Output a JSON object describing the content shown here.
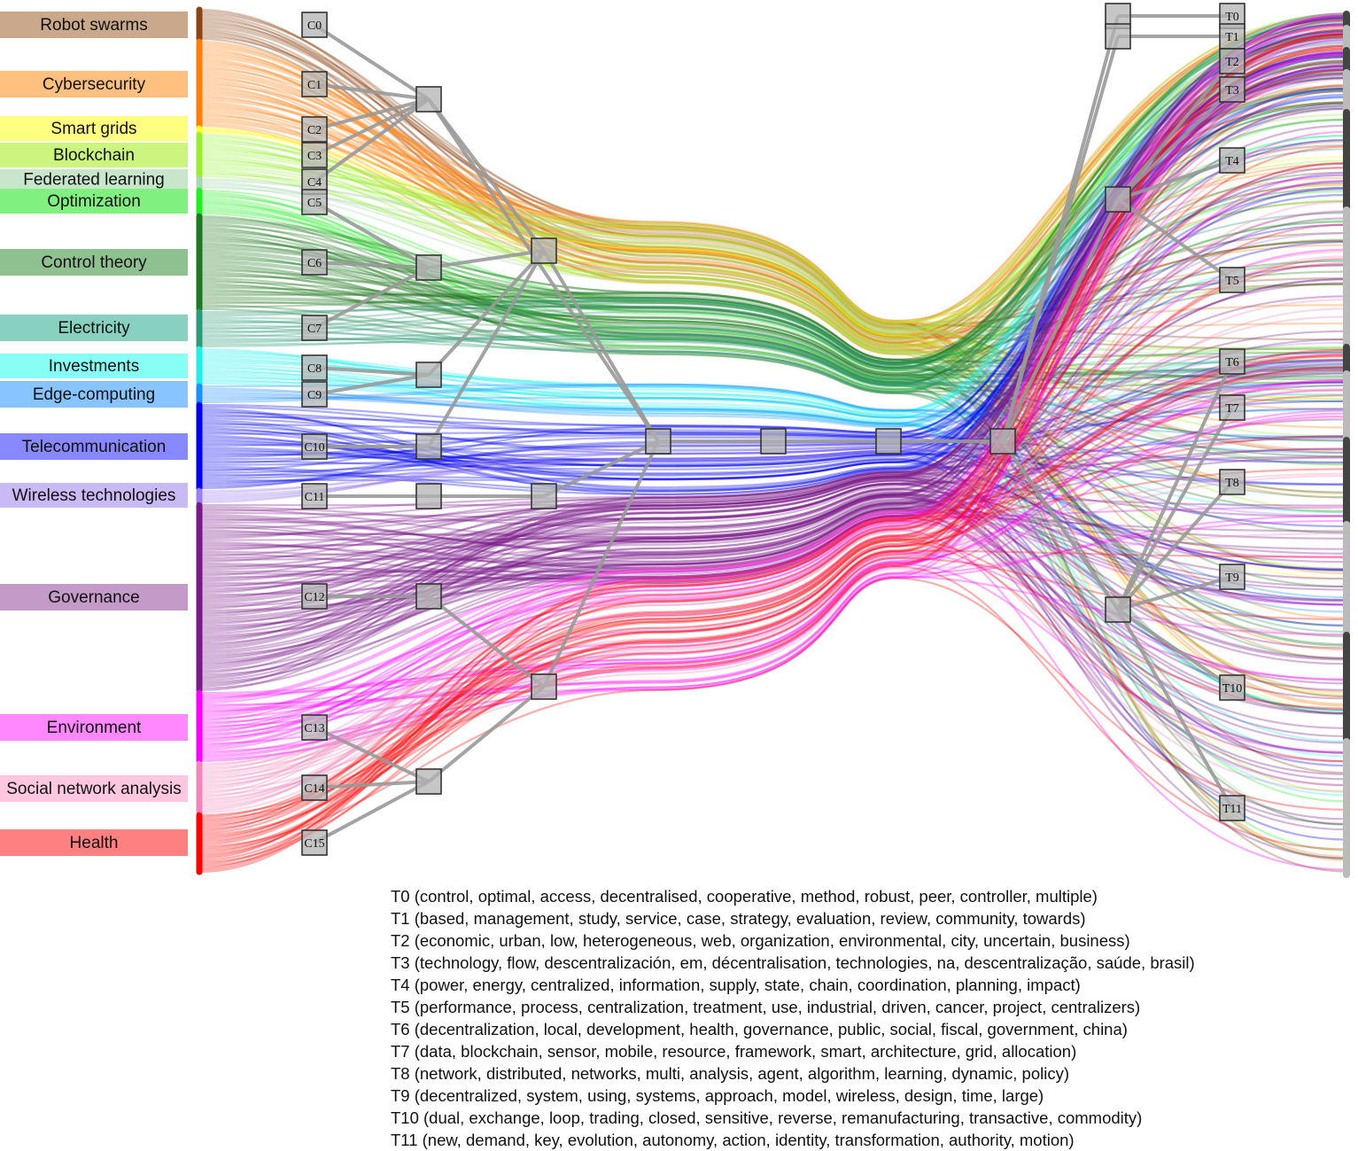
{
  "categories": [
    {
      "id": "C0",
      "label": "Robot swarms",
      "color": "#8B4513",
      "bg": "#C9A88C"
    },
    {
      "id": "C1",
      "label": "Cybersecurity",
      "color": "#FF7F0E",
      "bg": "#FFC080"
    },
    {
      "id": "C2",
      "label": "Smart grids",
      "color": "#FFFF33",
      "bg": "#FFFF80"
    },
    {
      "id": "C3",
      "label": "Blockchain",
      "color": "#99EE33",
      "bg": "#CCF580"
    },
    {
      "id": "C4",
      "label": "Federated learning",
      "color": "#A8D8B0",
      "bg": "#C8E6CC"
    },
    {
      "id": "C5",
      "label": "Optimization",
      "color": "#22EE22",
      "bg": "#80F080"
    },
    {
      "id": "C6",
      "label": "Control theory",
      "color": "#1E7A1E",
      "bg": "#8FC08F"
    },
    {
      "id": "C7",
      "label": "Electricity",
      "color": "#2E9A7A",
      "bg": "#88D0C0"
    },
    {
      "id": "C8",
      "label": "Investments",
      "color": "#22EEEE",
      "bg": "#88FFF4"
    },
    {
      "id": "C9",
      "label": "Edge-computing",
      "color": "#1E90FF",
      "bg": "#88C4FF"
    },
    {
      "id": "C10",
      "label": "Telecommunication",
      "color": "#0000EE",
      "bg": "#8888FF"
    },
    {
      "id": "C11",
      "label": "Wireless technologies",
      "color": "#9A80EE",
      "bg": "#C8BAF5"
    },
    {
      "id": "C12",
      "label": "Governance",
      "color": "#7A1A8A",
      "bg": "#C49AC8"
    },
    {
      "id": "C13",
      "label": "Environment",
      "color": "#FF00FF",
      "bg": "#FF88FF"
    },
    {
      "id": "C14",
      "label": "Social network analysis",
      "color": "#EE88BB",
      "bg": "#FFC8E0"
    },
    {
      "id": "C15",
      "label": "Health",
      "color": "#FF0000",
      "bg": "#FF8080"
    }
  ],
  "topics": [
    {
      "id": "T0",
      "words": "T0 (control, optimal, access, decentralised, cooperative, method, robust, peer, controller, multiple)"
    },
    {
      "id": "T1",
      "words": "T1 (based, management, study, service, case, strategy, evaluation, review, community, towards)"
    },
    {
      "id": "T2",
      "words": "T2 (economic, urban, low, heterogeneous, web, organization, environmental, city, uncertain, business)"
    },
    {
      "id": "T3",
      "words": "T3 (technology, flow, descentralización, em, décentralisation, technologies, na, descentralização, saúde, brasil)"
    },
    {
      "id": "T4",
      "words": "T4 (power, energy, centralized, information, supply, state, chain, coordination, planning, impact)"
    },
    {
      "id": "T5",
      "words": "T5 (performance, process, centralization, treatment, use, industrial, driven, cancer, project, centralizers)"
    },
    {
      "id": "T6",
      "words": "T6 (decentralization, local, development, health, governance, public, social, fiscal, government, china)"
    },
    {
      "id": "T7",
      "words": "T7 (data, blockchain, sensor, mobile, resource, framework, smart, architecture, grid, allocation)"
    },
    {
      "id": "T8",
      "words": "T8 (network, distributed, networks, multi, analysis, agent, algorithm, learning, dynamic, policy)"
    },
    {
      "id": "T9",
      "words": "T9 (decentralized, system, using, systems, approach, model, wireless, design, time, large)"
    },
    {
      "id": "T10",
      "words": "T10 (dual, exchange, loop, trading, closed, sensitive, reverse, remanufacturing, transactive, commodity)"
    },
    {
      "id": "T11",
      "words": "T11 (new, demand, key, evolution, autonomy, action, identity, transformation, authority, motion)"
    }
  ],
  "colors": {
    "node_fill": "#B3B3B3",
    "node_stroke": "#333333",
    "tree_edge": "#999999"
  }
}
